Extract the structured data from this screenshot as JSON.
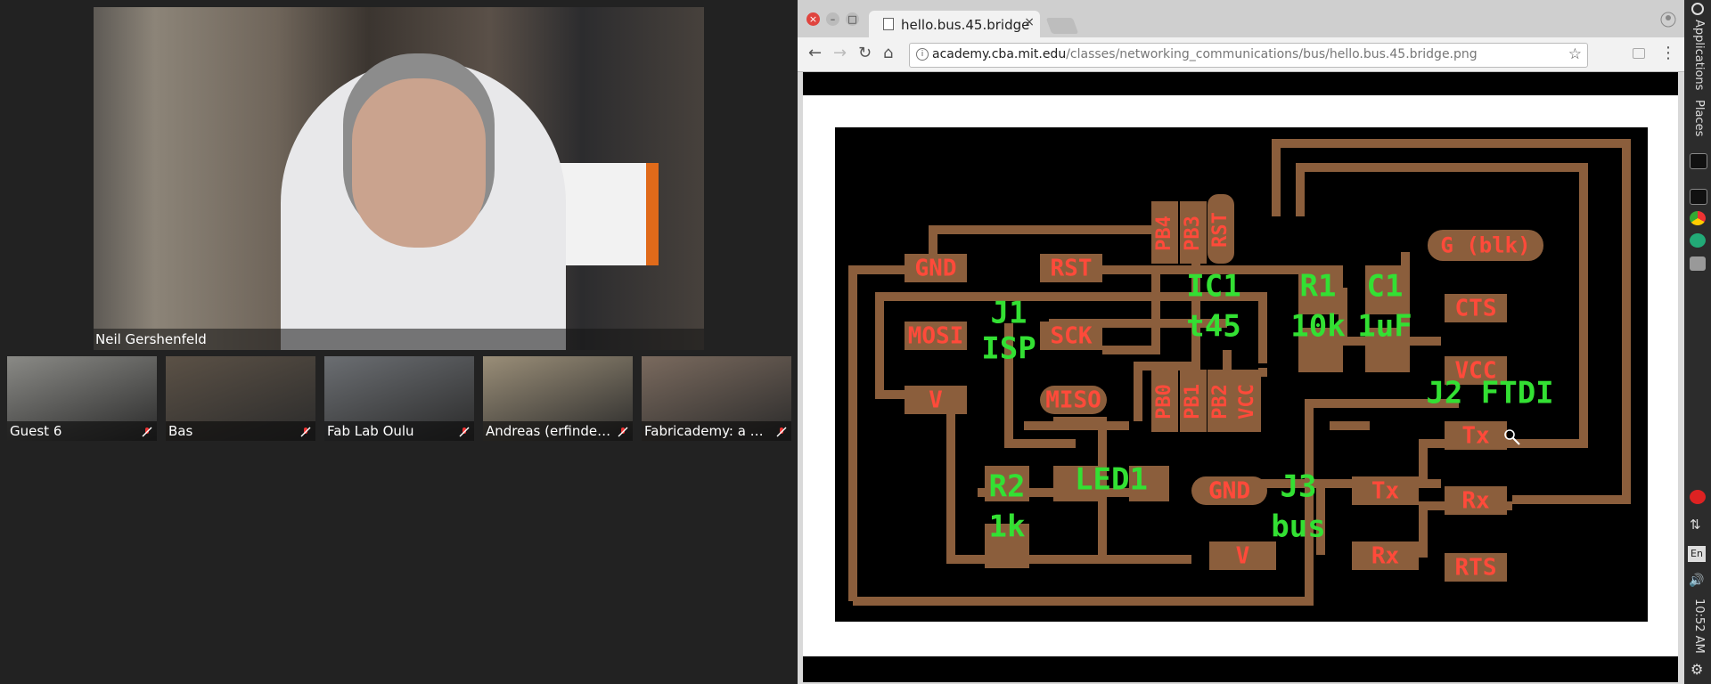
{
  "video": {
    "main_name": "Neil Gershenfeld",
    "thumbnails": [
      {
        "name": "Guest 6",
        "bg": "#8a8a86"
      },
      {
        "name": "Bas",
        "bg": "#5b5146"
      },
      {
        "name": "Fab Lab Oulu",
        "bg": "#6b6e72"
      },
      {
        "name": "Andreas (erfinde…",
        "bg": "#9a8e78"
      },
      {
        "name": "Fabricademy: a …",
        "bg": "#7a6a5e"
      }
    ]
  },
  "browser": {
    "tab_title": "hello.bus.45.bridge",
    "tab_close": "×",
    "url_host": "academy.cba.mit.edu",
    "url_path": "/classes/networking_communications/bus/hello.bus.45.bridge.png",
    "nav": {
      "back": "←",
      "forward": "→",
      "reload": "↻",
      "home": "⌂",
      "star": "☆",
      "menu": "⋮"
    }
  },
  "pcb": {
    "colors": {
      "board": "#000000",
      "trace": "#8b5e3c",
      "pad": "#8b5e3c",
      "pad_label": "#ff4a3a",
      "component_label": "#33e033"
    },
    "pad_labels": [
      "GND",
      "RST",
      "MOSI",
      "SCK",
      "MISO",
      "V",
      "GND",
      "PB4",
      "PB3",
      "RST",
      "PB0",
      "PB1",
      "PB2",
      "VCC",
      "G (blk)",
      "CTS",
      "VCC",
      "Tx",
      "Rx",
      "RTS",
      "Tx",
      "Rx",
      "V",
      "GND"
    ],
    "component_labels": [
      "J1",
      "ISP",
      "IC1",
      "t45",
      "R1",
      "10k",
      "C1",
      "1uF",
      "J2 FTDI",
      "R2",
      "1k",
      "LED1",
      "J3",
      "bus"
    ]
  },
  "system_tray": {
    "menu_applications": "Applications",
    "menu_places": "Places",
    "lang": "En",
    "time": "10:52 AM"
  }
}
